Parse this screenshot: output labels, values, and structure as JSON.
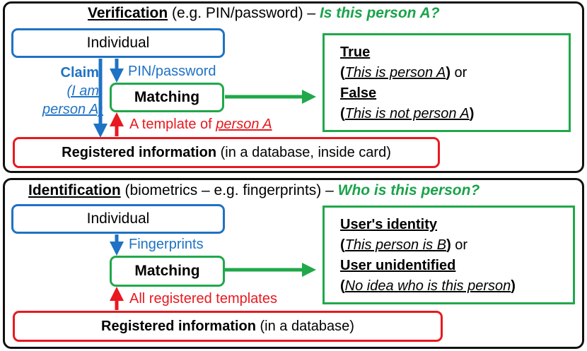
{
  "verification": {
    "title_main": "Verification",
    "title_detail": " (e.g. PIN/password) – ",
    "title_question": "Is this person A?",
    "individual_label": "Individual",
    "claim_title": "Claim",
    "claim_line1": "(I am",
    "claim_line2": "person A)",
    "input_label": "PIN/password",
    "matching_label": "Matching",
    "template_prefix": "A template of ",
    "template_person": "person A",
    "registered_main": "Registered information",
    "registered_detail": " (in a database, inside card)",
    "result_true": "True",
    "result_true_detail": "This is person A",
    "or_label": " or",
    "result_false": "False",
    "result_false_detail": "This is not person A"
  },
  "identification": {
    "title_main": "Identification",
    "title_detail": " (biometrics – e.g. fingerprints) – ",
    "title_question": "Who is this person?",
    "individual_label": "Individual",
    "input_label": "Fingerprints",
    "matching_label": "Matching",
    "template_label": "All registered templates",
    "registered_main": "Registered information",
    "registered_detail": " (in a database)",
    "result_identity": "User's identity",
    "result_identity_detail": "This person is B",
    "or_label": " or",
    "result_unidentified": "User unidentified",
    "result_unidentified_detail": "No idea who is this person"
  },
  "colors": {
    "blue": "#1f72c4",
    "green": "#20a84a",
    "red": "#e8191f",
    "question_green": "#1aa34a",
    "panel_border": "#111111"
  }
}
